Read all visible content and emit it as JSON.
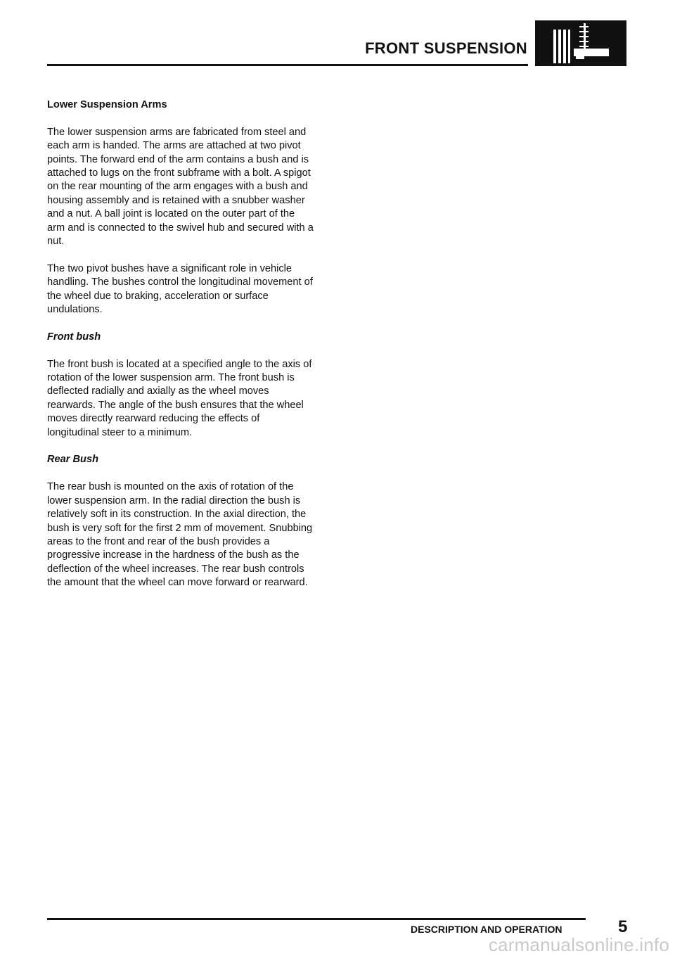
{
  "header": {
    "title": "FRONT SUSPENSION"
  },
  "content": {
    "heading": "Lower Suspension Arms",
    "paragraph_1": "The lower suspension arms are fabricated from steel and each arm is handed. The arms are attached at two pivot points. The forward end of the arm contains a bush and is attached to lugs on the front subframe with a bolt. A spigot on the rear mounting of the arm engages with a bush and housing assembly and is retained with a snubber washer and a nut. A ball joint is located on the outer part of the arm and is connected to the swivel hub and secured with a nut.",
    "paragraph_2": "The two pivot bushes have a significant role in vehicle handling. The bushes control the longitudinal movement of the wheel due to braking, acceleration or surface undulations.",
    "front_bush_heading": "Front bush",
    "front_bush_text": "The front bush is located at a specified angle to the axis of rotation of the lower suspension arm. The front bush is deflected radially and axially as the wheel moves rearwards. The angle of the bush ensures that the wheel moves directly rearward reducing the effects of longitudinal steer to a minimum.",
    "rear_bush_heading": "Rear Bush",
    "rear_bush_text": "The rear bush is mounted on the axis of rotation of the lower suspension arm. In the radial direction the bush is relatively soft in its construction. In the axial direction, the bush is very soft for the first 2 mm of movement. Snubbing areas to the front and rear of the bush provides a progressive increase in the hardness of the bush as the deflection of the wheel increases. The rear bush controls the amount that the wheel can move forward or rearward."
  },
  "footer": {
    "section_label": "DESCRIPTION AND OPERATION",
    "page_number": "5"
  },
  "watermark": {
    "text": "carmanualsonline.info"
  }
}
